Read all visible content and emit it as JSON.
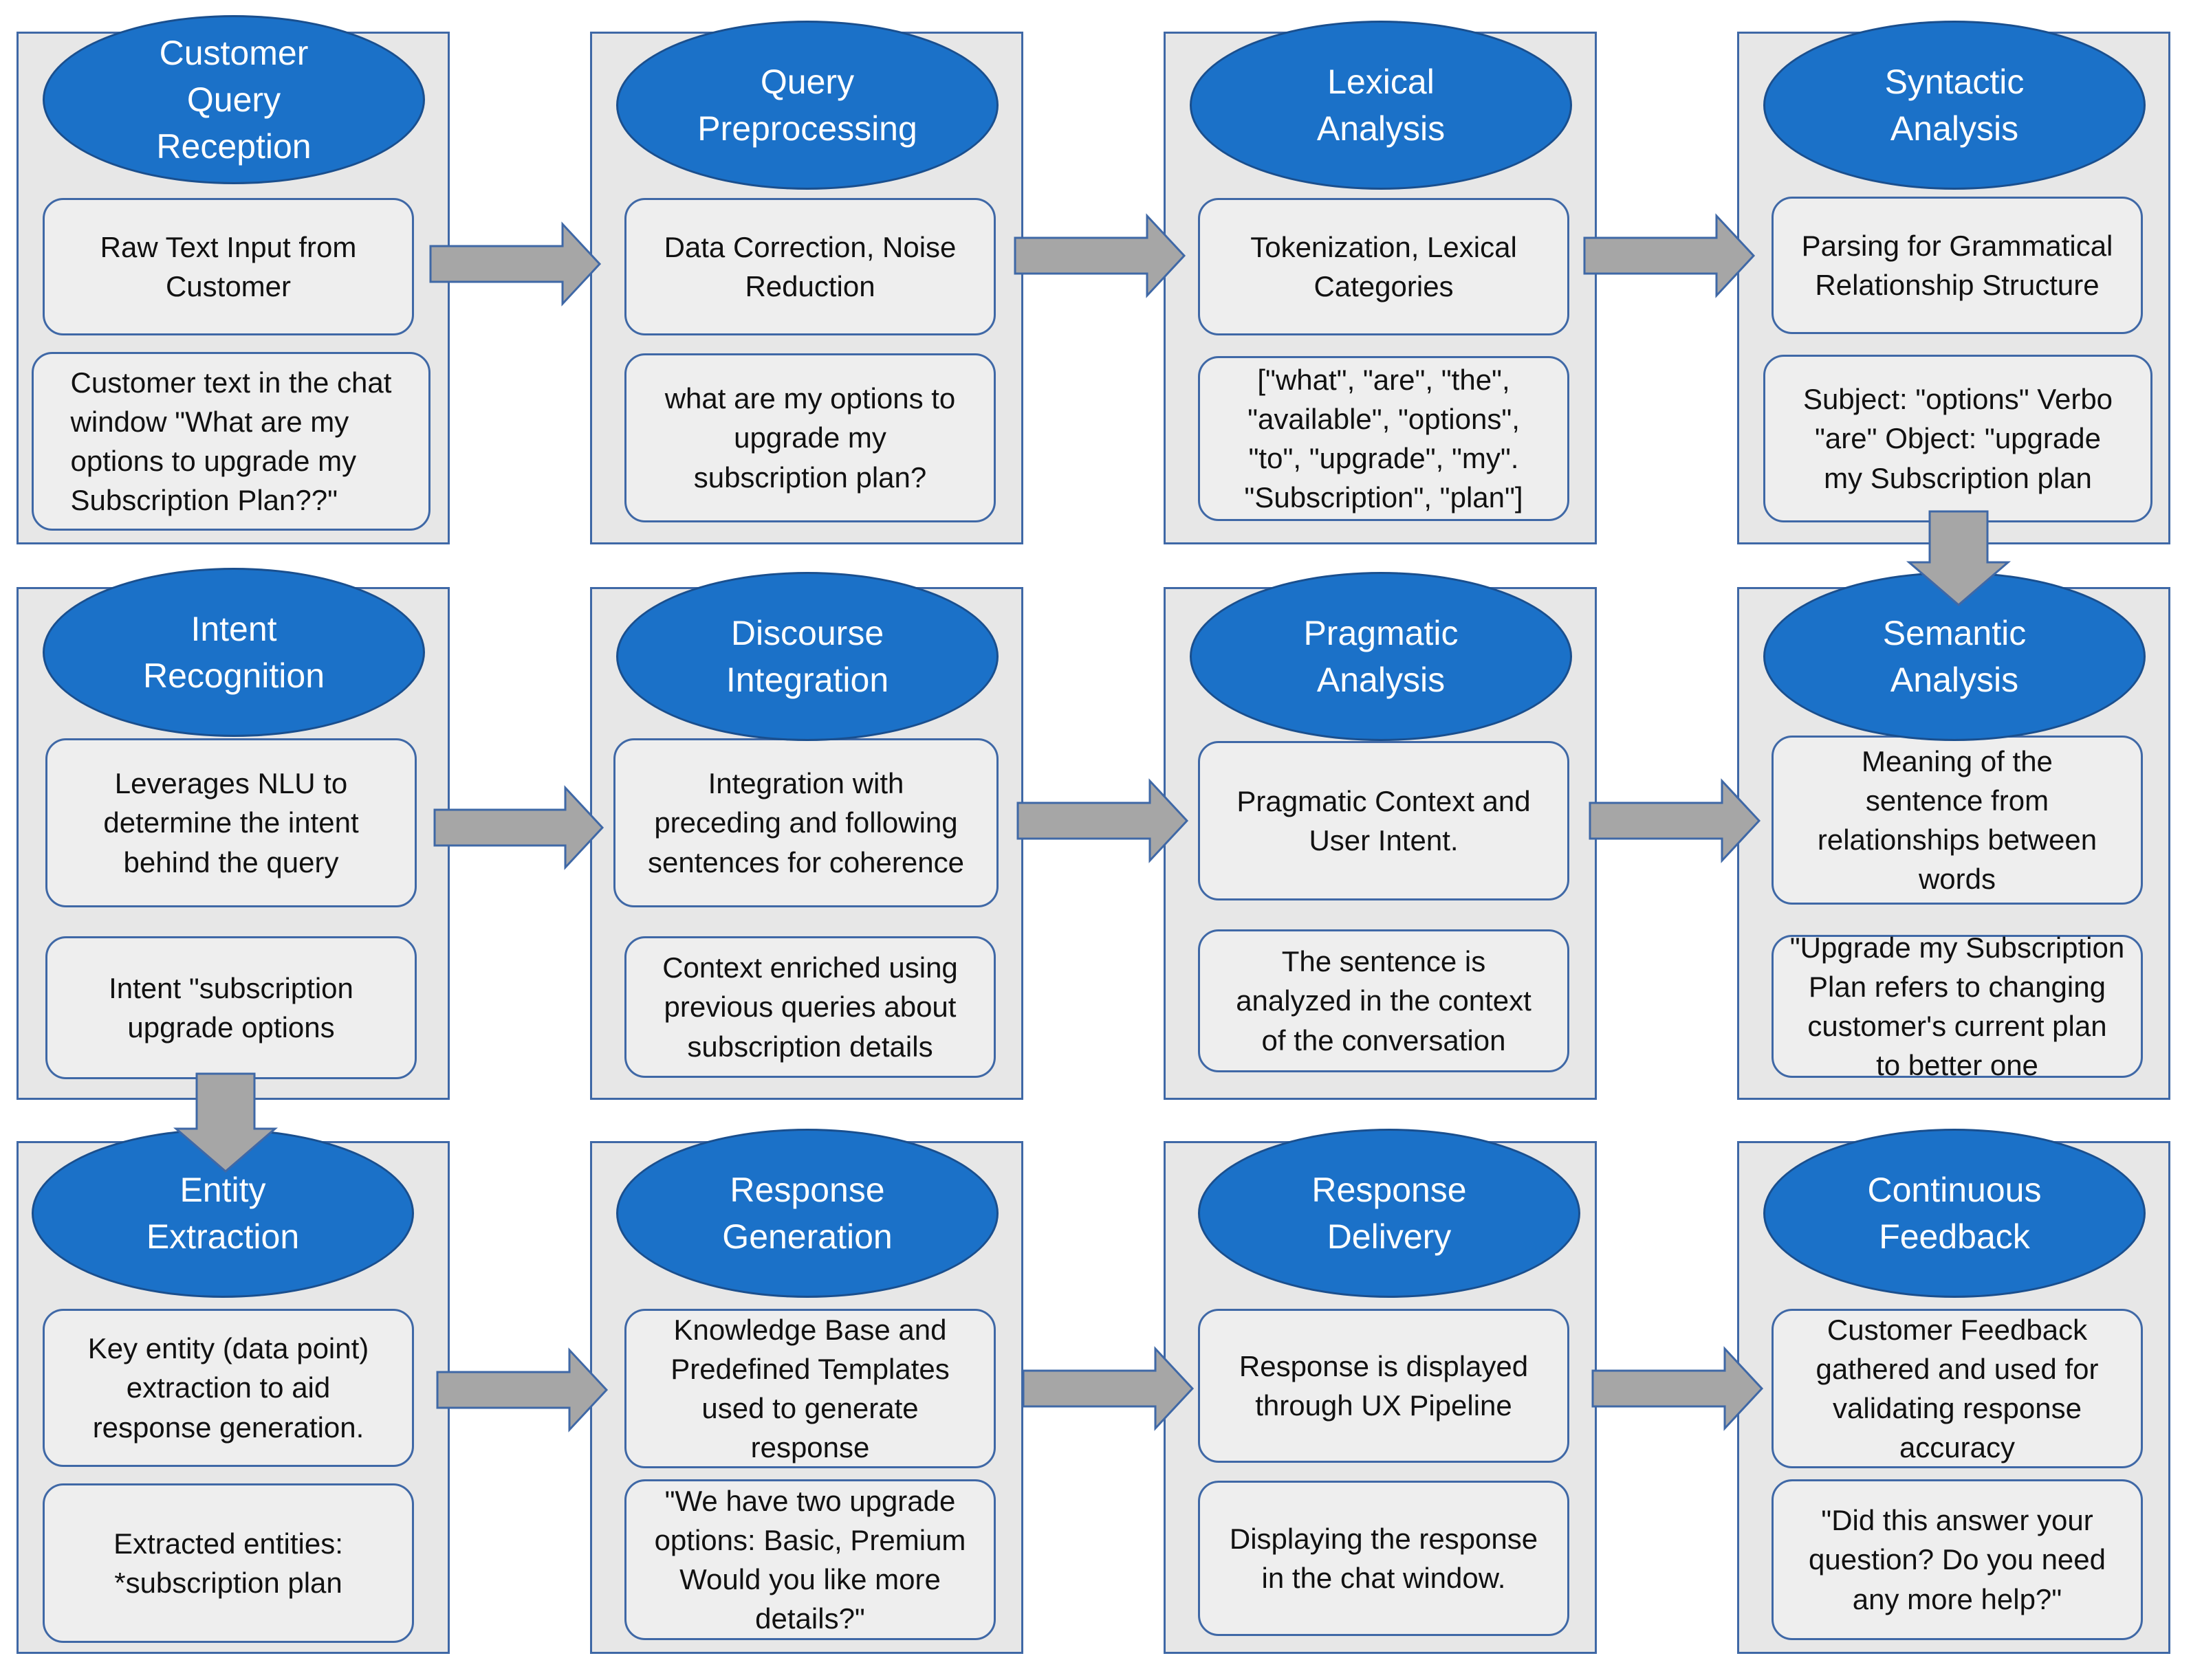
{
  "colors": {
    "panel_fill": "#e7e7e7",
    "panel_border": "#3f68a6",
    "ellipse_fill": "#1b71c8",
    "box_fill": "#eeeeee",
    "arrow_fill": "#a6a6a6"
  },
  "stages": [
    {
      "title": "Customer\nQuery\nReception",
      "desc": "Raw Text Input from\nCustomer",
      "example": "Customer text in the chat\nwindow \"What are my\noptions to upgrade my\nSubscription Plan??\""
    },
    {
      "title": "Query\nPreprocessing",
      "desc": "Data Correction, Noise\nReduction",
      "example": "what are my options to\nupgrade my\nsubscription plan?"
    },
    {
      "title": "Lexical\nAnalysis",
      "desc": "Tokenization, Lexical\nCategories",
      "example": "[\"what\", \"are\", \"the\",\n\"available\", \"options\",\n\"to\", \"upgrade\", \"my\".\n\"Subscription\", \"plan\"]"
    },
    {
      "title": "Syntactic\nAnalysis",
      "desc": "Parsing for Grammatical\nRelationship Structure",
      "example": "Subject: \"options\" Verbo\n\"are\" Object: \"upgrade\nmy Subscription plan"
    },
    {
      "title": "Intent\nRecognition",
      "desc": "Leverages NLU to\ndetermine the intent\nbehind the query",
      "example": "Intent \"subscription\nupgrade options"
    },
    {
      "title": "Discourse\nIntegration",
      "desc": "Integration with\npreceding and following\nsentences for coherence",
      "example": "Context enriched using\nprevious queries about\nsubscription details"
    },
    {
      "title": "Pragmatic\nAnalysis",
      "desc": "Pragmatic Context and\nUser Intent.",
      "example": "The sentence is\nanalyzed in the context\nof the conversation"
    },
    {
      "title": "Semantic\nAnalysis",
      "desc": "Meaning of the\nsentence from\nrelationships between\nwords",
      "example": "\"Upgrade my Subscription\nPlan refers to changing\ncustomer's current plan\nto better one"
    },
    {
      "title": "Entity\nExtraction",
      "desc": "Key entity (data point)\nextraction to aid\nresponse generation.",
      "example": "Extracted entities:\n*subscription plan"
    },
    {
      "title": "Response\nGeneration",
      "desc": "Knowledge Base and\nPredefined Templates\nused to generate\nresponse",
      "example": "\"We have two upgrade\noptions: Basic, Premium\nWould you like more\ndetails?\""
    },
    {
      "title": "Response\nDelivery",
      "desc": "Response is displayed\nthrough UX Pipeline",
      "example": "Displaying the response\nin the chat window."
    },
    {
      "title": "Continuous\nFeedback",
      "desc": "Customer Feedback\ngathered and used for\nvalidating response\naccuracy",
      "example": "\"Did this answer your\nquestion? Do you need\nany more help?\""
    }
  ]
}
